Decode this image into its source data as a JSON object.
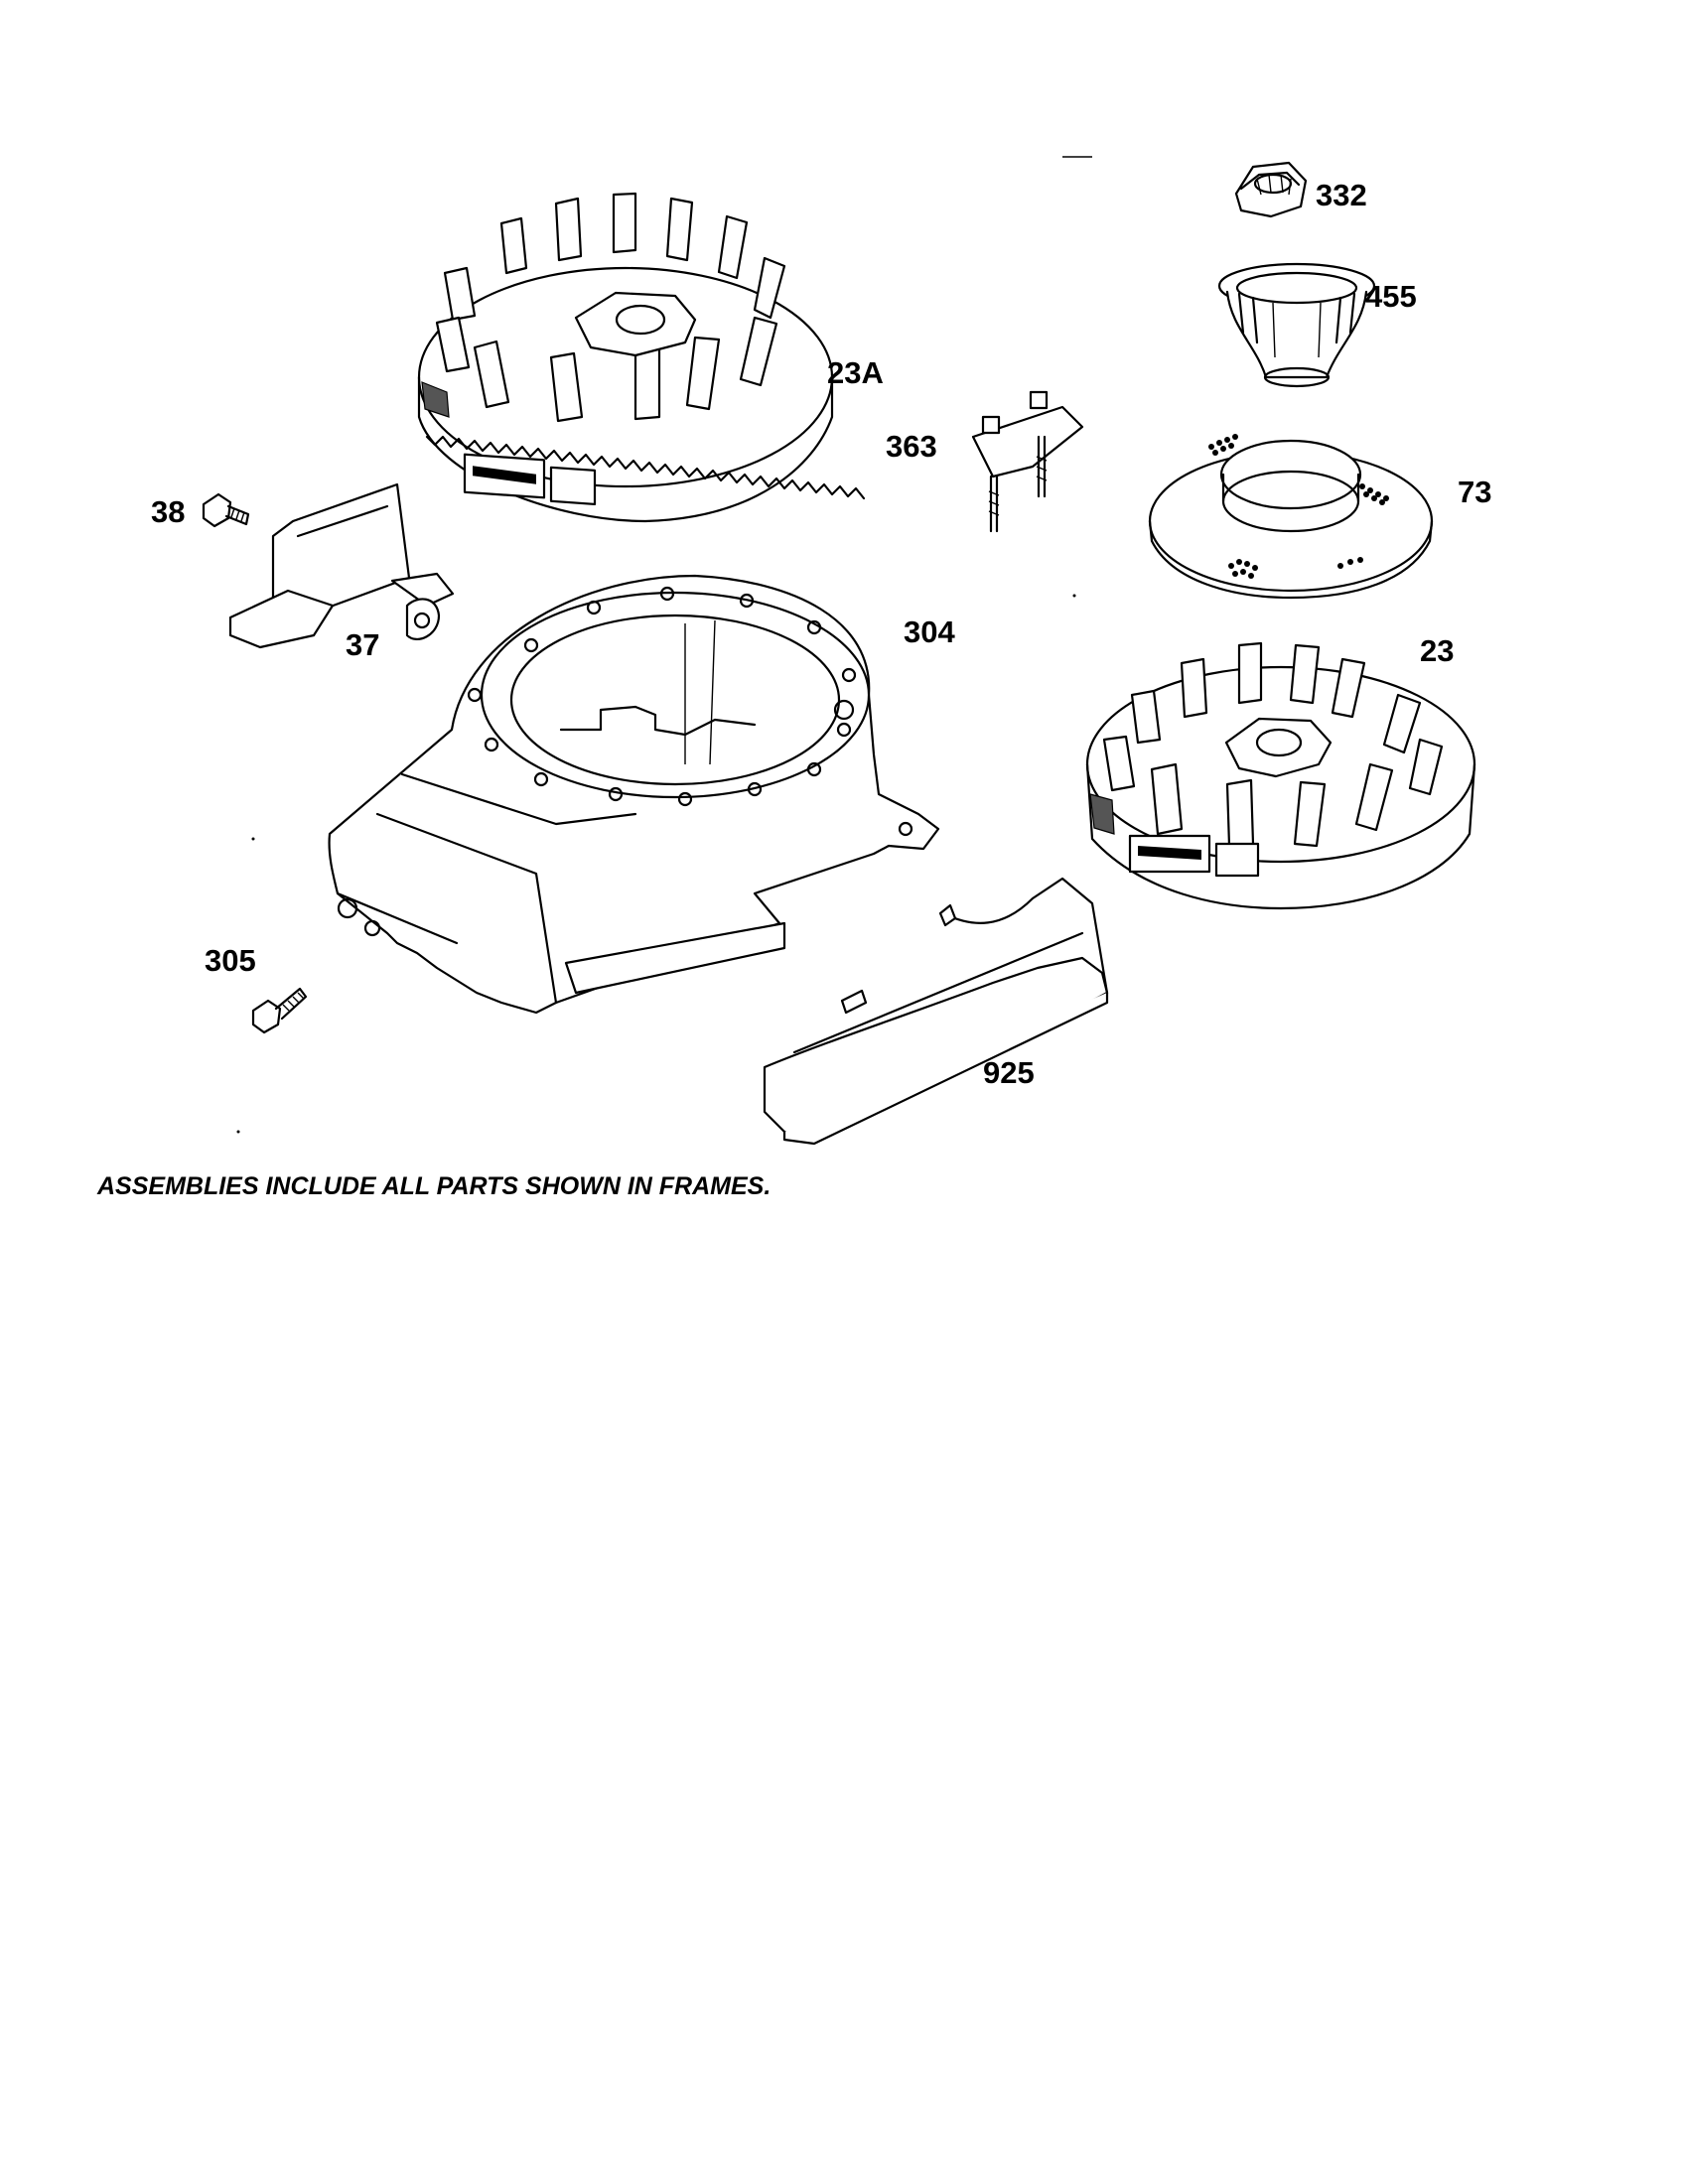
{
  "diagram": {
    "parts": [
      {
        "id": "p332",
        "label": "332",
        "icon": "hex-nut-icon"
      },
      {
        "id": "p455",
        "label": "455",
        "icon": "starter-cup-icon"
      },
      {
        "id": "p23A",
        "label": "23A",
        "icon": "flywheel-geared-icon"
      },
      {
        "id": "p363",
        "label": "363",
        "icon": "armature-bracket-icon"
      },
      {
        "id": "p73",
        "label": "73",
        "icon": "rotating-screen-icon"
      },
      {
        "id": "p38",
        "label": "38",
        "icon": "screw-icon"
      },
      {
        "id": "p37",
        "label": "37",
        "icon": "air-vane-icon"
      },
      {
        "id": "p304",
        "label": "304",
        "icon": "blower-housing-icon"
      },
      {
        "id": "p23",
        "label": "23",
        "icon": "flywheel-icon"
      },
      {
        "id": "p305",
        "label": "305",
        "icon": "screw-icon"
      },
      {
        "id": "p925",
        "label": "925",
        "icon": "guard-icon"
      }
    ],
    "footnote": "ASSEMBLIES INCLUDE ALL PARTS SHOWN IN FRAMES."
  }
}
